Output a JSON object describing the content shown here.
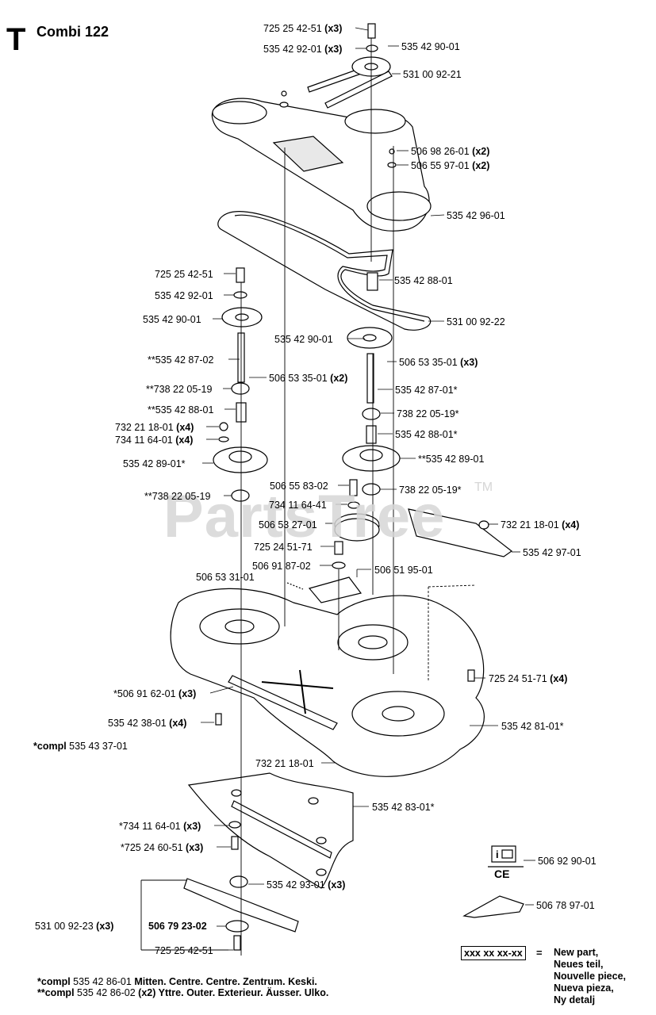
{
  "header": {
    "section_letter": "T",
    "model": "Combi 122"
  },
  "watermark": {
    "text": "PartsTree",
    "tm": "TM"
  },
  "labels": [
    {
      "part": "725 25 42-51",
      "qty": "(x3)"
    },
    {
      "part": "535 42 92-01",
      "qty": "(x3)"
    },
    {
      "part": "535 42 90-01",
      "qty": ""
    },
    {
      "part": "531 00 92-21",
      "qty": ""
    },
    {
      "part": "506 98 26-01",
      "qty": "(x2)"
    },
    {
      "part": "506 55 97-01",
      "qty": "(x2)"
    },
    {
      "part": "535 42 96-01",
      "qty": ""
    },
    {
      "part": "725 25 42-51",
      "qty": ""
    },
    {
      "part": "535 42 88-01",
      "qty": ""
    },
    {
      "part": "535 42 92-01",
      "qty": ""
    },
    {
      "part": "535 42 90-01",
      "qty": ""
    },
    {
      "part": "531 00 92-22",
      "qty": ""
    },
    {
      "part": "535 42 90-01",
      "qty": ""
    },
    {
      "part": "**535 42 87-02",
      "qty": ""
    },
    {
      "part": "506 53 35-01",
      "qty": "(x3)"
    },
    {
      "part": "506 53 35-01",
      "qty": "(x2)"
    },
    {
      "part": "**738 22 05-19",
      "qty": ""
    },
    {
      "part": "535 42 87-01*",
      "qty": ""
    },
    {
      "part": "**535 42 88-01",
      "qty": ""
    },
    {
      "part": "738 22 05-19*",
      "qty": ""
    },
    {
      "part": "732 21 18-01",
      "qty": "(x4)"
    },
    {
      "part": "535 42 88-01*",
      "qty": ""
    },
    {
      "part": "734 11 64-01",
      "qty": "(x4)"
    },
    {
      "part": "**535 42 89-01",
      "qty": ""
    },
    {
      "part": "535 42 89-01*",
      "qty": ""
    },
    {
      "part": "506 55 83-02",
      "qty": ""
    },
    {
      "part": "738 22 05-19*",
      "qty": ""
    },
    {
      "part": "**738 22 05-19",
      "qty": ""
    },
    {
      "part": "734 11 64-41",
      "qty": ""
    },
    {
      "part": "732 21 18-01",
      "qty": "(x4)"
    },
    {
      "part": "506 53 27-01",
      "qty": ""
    },
    {
      "part": "535 42 97-01",
      "qty": ""
    },
    {
      "part": "725 24 51-71",
      "qty": ""
    },
    {
      "part": "506 91 87-02",
      "qty": ""
    },
    {
      "part": "506 51 95-01",
      "qty": ""
    },
    {
      "part": "506 53 31-01",
      "qty": ""
    },
    {
      "part": "725 24 51-71",
      "qty": "(x4)"
    },
    {
      "part": "*506 91 62-01",
      "qty": "(x3)"
    },
    {
      "part": "535 42 38-01",
      "qty": "(x4)"
    },
    {
      "part": "535 42 81-01*",
      "qty": ""
    },
    {
      "part": "*compl",
      "qty": "535 43 37-01"
    },
    {
      "part": "732 21 18-01",
      "qty": ""
    },
    {
      "part": "535 42 83-01*",
      "qty": ""
    },
    {
      "part": "*734 11 64-01",
      "qty": "(x3)"
    },
    {
      "part": "*725 24 60-51",
      "qty": "(x3)"
    },
    {
      "part": "535 42 93-01",
      "qty": "(x3)"
    },
    {
      "part": "531 00 92-23",
      "qty": "(x3)"
    },
    {
      "part": "506 79 23-02",
      "qty": ""
    },
    {
      "part": "725 25 42-51",
      "qty": ""
    },
    {
      "part": "506 92 90-01",
      "qty": ""
    },
    {
      "part": "506 78 97-01",
      "qty": ""
    }
  ],
  "ce_mark": "CE",
  "legend": {
    "box": "xxx xx xx-xx",
    "eq": "=",
    "lines": [
      "New part,",
      "Neues teil,",
      "Nouvelle piece,",
      "Nueva pieza,",
      "Ny detalj"
    ]
  },
  "footnotes": [
    {
      "prefix": "*compl",
      "text": " 535 42 86-01 ",
      "bold": "Mitten. Centre. Centre. Zentrum. Keski."
    },
    {
      "prefix": "**compl",
      "text": " 535 42 86-02 ",
      "bold": "(x2) Yttre. Outer. Exterieur. Äusser. Ulko."
    }
  ]
}
